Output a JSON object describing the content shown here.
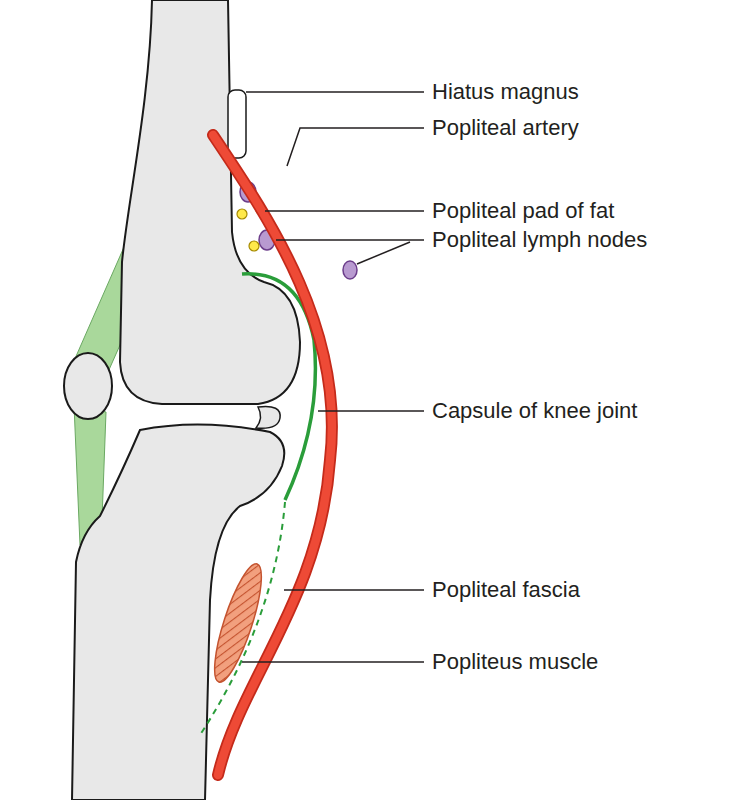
{
  "diagram": {
    "labels": [
      "Hiatus magnus",
      "Popliteal artery",
      "Popliteal pad of fat",
      "Popliteal lymph nodes",
      "Capsule of knee joint",
      "Popliteal fascia",
      "Popliteus muscle"
    ]
  }
}
